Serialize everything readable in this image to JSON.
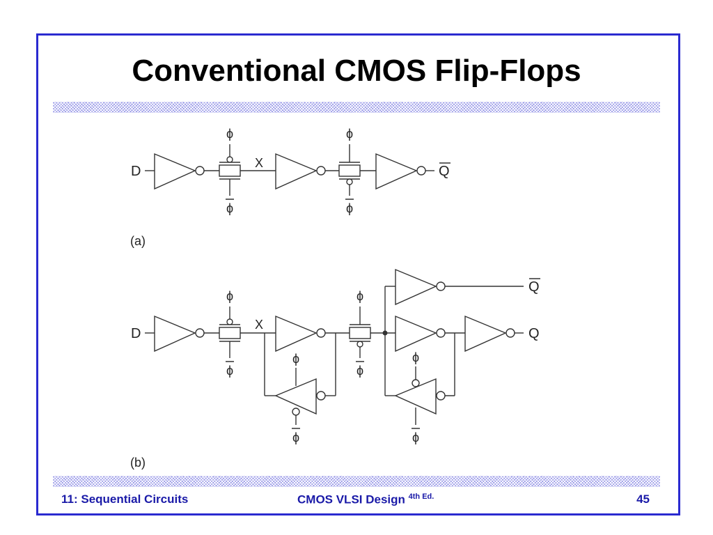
{
  "slide": {
    "title": "Conventional CMOS Flip-Flops"
  },
  "footer": {
    "left": "11: Sequential Circuits",
    "center": "CMOS VLSI Design",
    "center_sup": "4th Ed.",
    "page": "45"
  },
  "diagram": {
    "a": {
      "caption": "(a)",
      "input": "D",
      "node": "X",
      "output": "Q",
      "output_overbar": true,
      "clock": "ϕ"
    },
    "b": {
      "caption": "(b)",
      "input": "D",
      "node": "X",
      "output_q": "Q",
      "output_qbar": "Q",
      "clock": "ϕ"
    }
  },
  "colors": {
    "frame": "#2a2ad0",
    "footer_text": "#1a1aa8",
    "rule": "#9a9ae8",
    "wire": "#333333"
  }
}
